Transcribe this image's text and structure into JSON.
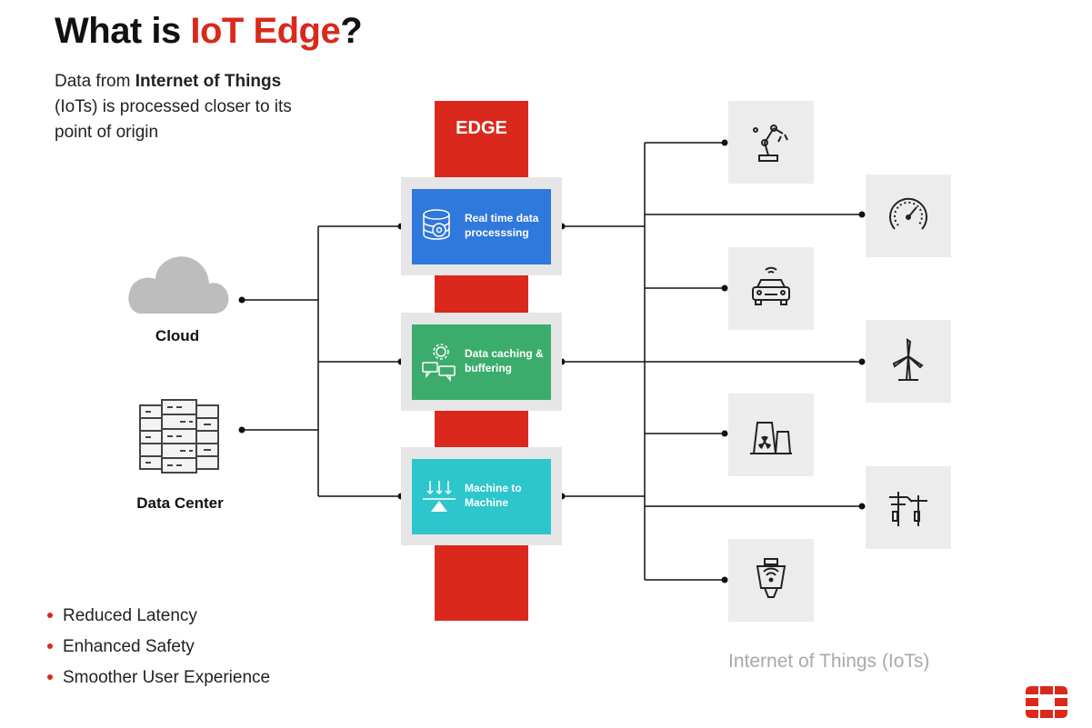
{
  "title": {
    "prefix": "What is ",
    "accent": "IoT Edge",
    "suffix": "?"
  },
  "subtitle": {
    "part1": "Data from ",
    "bold": "Internet of Things",
    "part2": " (IoTs) is processed closer to its point of origin"
  },
  "edge": {
    "label": "EDGE"
  },
  "sources": {
    "cloud": "Cloud",
    "datacenter": "Data Center"
  },
  "panels": [
    {
      "label": "Real time data processsing",
      "color": "#2f78dc"
    },
    {
      "label": "Data caching & buffering",
      "color": "#3cac6d"
    },
    {
      "label": "Machine to Machine",
      "color": "#2cc6cc"
    }
  ],
  "iot_devices": [
    "robot-arm-icon",
    "gauge-icon",
    "connected-car-icon",
    "wind-turbine-icon",
    "nuclear-plant-icon",
    "power-pole-icon",
    "smart-bulb-icon"
  ],
  "iot_label": "Internet of Things (IoTs)",
  "benefits": [
    "Reduced Latency",
    "Enhanced Safety",
    "Smoother User Experience"
  ],
  "colors": {
    "accent": "#da291c",
    "box_bg": "#ececec",
    "line": "#111111"
  }
}
